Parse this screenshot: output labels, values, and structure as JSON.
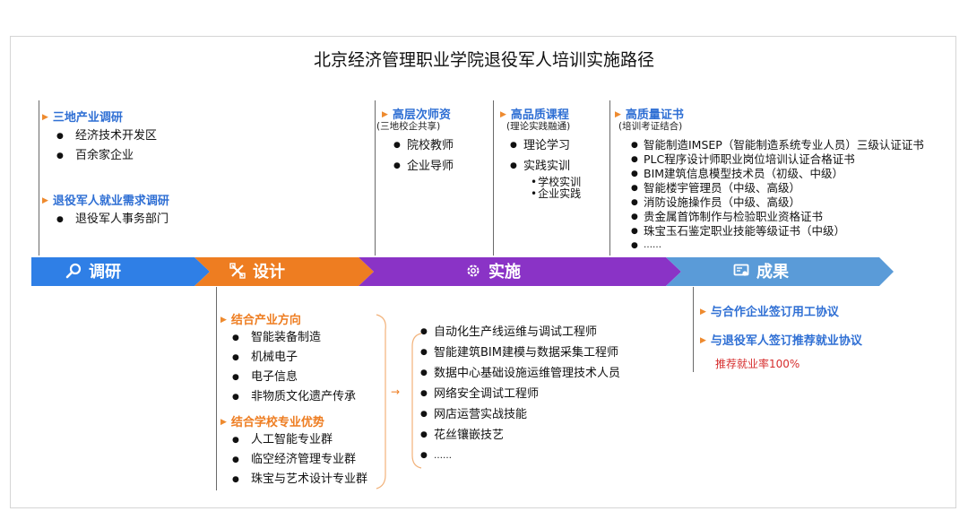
{
  "title": "北京经济管理职业学院退役军人培训实施路径",
  "colors": {
    "research": "#2f7fe6",
    "design": "#ee7d21",
    "implement": "#8a33c6",
    "result": "#5a9bd8",
    "heading": "#2f6fd4",
    "highlight": "#d62d2d"
  },
  "research": {
    "sections": [
      {
        "title": "三地产业调研",
        "items": [
          "经济技术开发区",
          "百余家企业"
        ]
      },
      {
        "title": "退役军人就业需求调研",
        "items": [
          "退役军人事务部门"
        ]
      }
    ]
  },
  "implement": {
    "teachers": {
      "title": "高层次师资",
      "subtitle": "(三地校企共享)",
      "items": [
        "院校教师",
        "企业导师"
      ]
    },
    "courses": {
      "title": "高品质课程",
      "subtitle": "(理论实践融通)",
      "items": [
        "理论学习",
        "实践实训"
      ],
      "subitems": [
        "学校实训",
        "企业实践"
      ]
    },
    "certs": {
      "title": "高质量证书",
      "subtitle": "(培训考证结合)",
      "items": [
        "智能制造IMSEP（智能制造系统专业人员）三级认证证书",
        "PLC程序设计师职业岗位培训认证合格证书",
        "BIM建筑信息模型技术员（初级、中级）",
        "智能楼宇管理员（中级、高级）",
        "消防设施操作员（中级、高级）",
        "贵金属首饰制作与检验职业资格证书",
        "珠宝玉石鉴定职业技能等级证书（中级）",
        "……"
      ]
    }
  },
  "stages": [
    {
      "label": "调研",
      "icon": "search-icon"
    },
    {
      "label": "设计",
      "icon": "pencil-ruler-icon"
    },
    {
      "label": "实施",
      "icon": "gear-icon"
    },
    {
      "label": "成果",
      "icon": "certificate-icon"
    }
  ],
  "design": {
    "sections": [
      {
        "title": "结合产业方向",
        "items": [
          "智能装备制造",
          "机械电子",
          "电子信息",
          "非物质文化遗产传承"
        ]
      },
      {
        "title": "结合学校专业优势",
        "items": [
          "人工智能专业群",
          "临空经济管理专业群",
          "珠宝与艺术设计专业群"
        ]
      }
    ],
    "arrow": "→",
    "programs": [
      "自动化生产线运维与调试工程师",
      "智能建筑BIM建模与数据采集工程师",
      "数据中心基础设施运维管理技术人员",
      "网络安全调试工程师",
      "网店运营实战技能",
      "花丝镶嵌技艺",
      "……"
    ]
  },
  "results": {
    "items": [
      "与合作企业签订用工协议",
      "与退役军人签订推荐就业协议"
    ],
    "note": "推荐就业率100%"
  }
}
